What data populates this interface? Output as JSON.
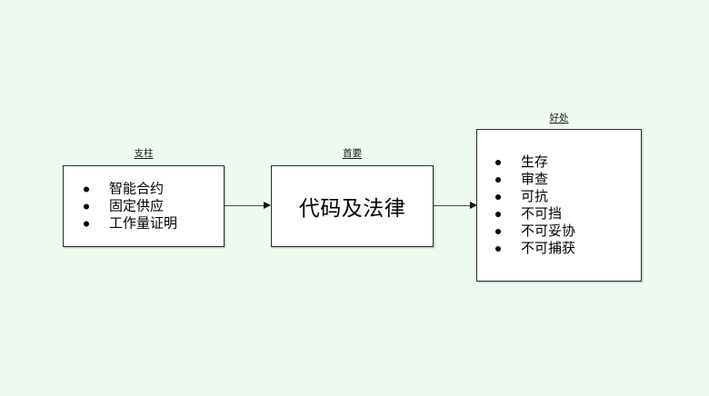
{
  "diagram": {
    "background_color": "#eefaf0",
    "box_fill_color": "#ffffff",
    "border_color": "#2b2b2b",
    "nodes": [
      {
        "id": "pillars",
        "caption": "支柱",
        "items": [
          "智能合约",
          "固定供应",
          "工作量证明"
        ]
      },
      {
        "id": "primary",
        "caption": "首要",
        "label": "代码及法律"
      },
      {
        "id": "benefits",
        "caption": "好处",
        "items": [
          "生存",
          "审查",
          "可抗",
          "不可挡",
          "不可妥协",
          "不可捕获"
        ]
      }
    ],
    "connectors": [
      {
        "id": "pillars-to-primary",
        "from": "pillars",
        "to": "primary"
      },
      {
        "id": "primary-to-benefits",
        "from": "primary",
        "to": "benefits"
      }
    ]
  }
}
